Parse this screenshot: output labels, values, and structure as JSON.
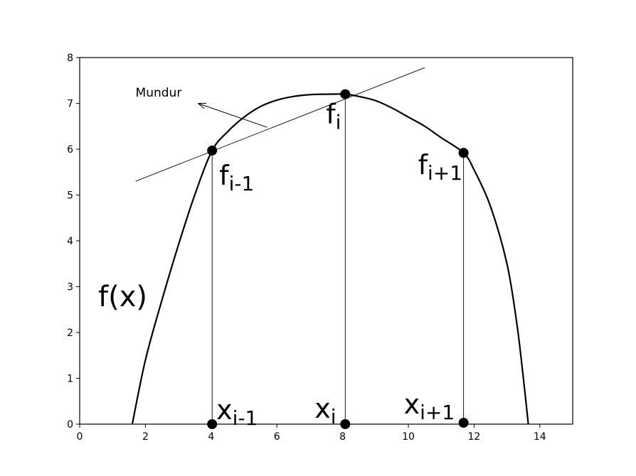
{
  "chart_data": {
    "type": "line",
    "title": "",
    "xlabel": "",
    "ylabel": "",
    "xlim": [
      0,
      15
    ],
    "ylim": [
      0,
      8
    ],
    "xticks": [
      0,
      2,
      4,
      6,
      8,
      10,
      12,
      14
    ],
    "yticks": [
      0,
      1,
      2,
      3,
      4,
      5,
      6,
      7,
      8
    ],
    "xtick_labels": [
      "0",
      "2",
      "4",
      "6",
      "8",
      "10",
      "12",
      "14"
    ],
    "ytick_labels": [
      "0",
      "1",
      "2",
      "3",
      "4",
      "5",
      "6",
      "7",
      "8"
    ],
    "grid": false,
    "colors": {
      "line": "#000000",
      "background": "#ffffff"
    },
    "curve": {
      "x": [
        1.6,
        2.0,
        2.5,
        3.0,
        3.5,
        4.03,
        4.5,
        5.0,
        5.5,
        6.0,
        6.5,
        7.0,
        7.5,
        8.08,
        8.5,
        9.0,
        9.5,
        10.0,
        10.5,
        11.0,
        11.68,
        12.0,
        12.5,
        13.0,
        13.3,
        13.5,
        13.65
      ],
      "y": [
        0.0,
        1.4,
        2.7,
        3.9,
        5.0,
        5.97,
        6.38,
        6.7,
        6.93,
        7.07,
        7.15,
        7.19,
        7.2,
        7.2,
        7.15,
        7.06,
        6.9,
        6.7,
        6.5,
        6.25,
        5.92,
        5.55,
        4.75,
        3.5,
        2.2,
        1.0,
        0.0
      ],
      "label": "f(x)"
    },
    "tangent": {
      "x": [
        1.7,
        10.5
      ],
      "y": [
        5.3,
        7.78
      ]
    },
    "points": [
      {
        "x": 4.03,
        "y": 5.97,
        "label": "f",
        "sub": "i-1"
      },
      {
        "x": 8.08,
        "y": 7.2,
        "label": "f",
        "sub": "i"
      },
      {
        "x": 11.68,
        "y": 5.92,
        "label": "f",
        "sub": "i+1"
      },
      {
        "x": 4.03,
        "y": 0,
        "label": "x",
        "sub": "i-1"
      },
      {
        "x": 8.08,
        "y": 0,
        "label": "x",
        "sub": "i"
      },
      {
        "x": 11.68,
        "y": 0.03,
        "label": "x",
        "sub": "i+1"
      }
    ],
    "verticals": [
      {
        "x": 4.03,
        "y0": 0,
        "y1": 5.97
      },
      {
        "x": 8.08,
        "y0": 0,
        "y1": 7.2
      },
      {
        "x": 11.68,
        "y0": 0,
        "y1": 5.92
      }
    ],
    "annotation": {
      "text": "Mundur",
      "text_x": 1.7,
      "text_y": 7.15,
      "arrow_from": [
        5.7,
        6.48
      ],
      "arrow_to": [
        3.6,
        7.0
      ]
    }
  }
}
